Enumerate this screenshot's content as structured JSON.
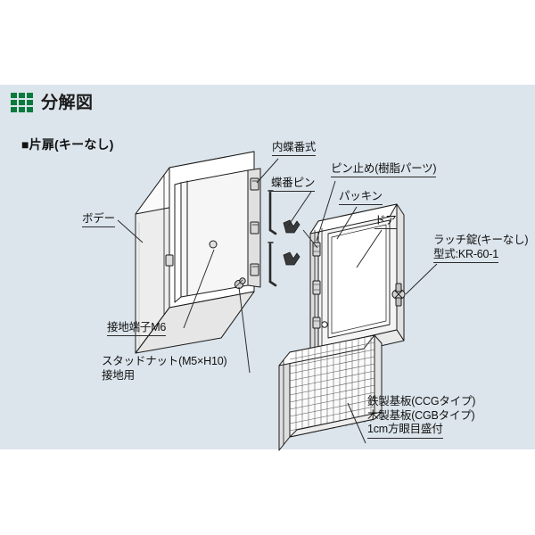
{
  "heading": {
    "icon": "green-grid-icon",
    "title": "分解図"
  },
  "subheading": "■片扉(キーなし)",
  "colors": {
    "panel_background": "#dce5ec",
    "page_background": "#ffffff",
    "accent_green": "#0b7a3e",
    "line": "#1c1c1c",
    "metal_light": "#ffffff",
    "metal_mid": "#e3e3e3",
    "metal_dark": "#c9c9c9"
  },
  "labels": {
    "body": "ボデー",
    "inner_hinge": "内蝶番式",
    "hinge_pin": "蝶番ピン",
    "pin_stopper": "ピン止め(樹脂パーツ)",
    "packing": "パッキン",
    "door": "ドア",
    "latch_line1": "ラッチ錠(キーなし)",
    "latch_line2": "型式:KR-60-1",
    "ground_terminal": "接地端子M6",
    "stud_nut_line1": "スタッドナット(M5×H10)",
    "stud_nut_line2": "接地用",
    "base_plate_line1": "鉄製基板(CCGタイプ)",
    "base_plate_line2": "木製基板(CGBタイプ)",
    "base_plate_line3": "1cm方眼目盛付"
  },
  "parts": [
    {
      "name": "body-enclosure",
      "label": "ボデー"
    },
    {
      "name": "door-panel",
      "label": "ドア"
    },
    {
      "name": "base-plate-grid",
      "label": "鉄製基板(CCGタイプ)"
    },
    {
      "name": "hinge-pin-upper",
      "label": "蝶番ピン"
    },
    {
      "name": "hinge-pin-lower",
      "label": "蝶番ピン"
    },
    {
      "name": "pin-stopper-upper",
      "label": "ピン止め(樹脂パーツ)"
    },
    {
      "name": "pin-stopper-lower",
      "label": "ピン止め(樹脂パーツ)"
    },
    {
      "name": "latch-lock",
      "label": "ラッチ錠(キーなし)"
    },
    {
      "name": "ground-terminal",
      "label": "接地端子M6"
    },
    {
      "name": "stud-nut",
      "label": "スタッドナット(M5×H10)"
    }
  ]
}
